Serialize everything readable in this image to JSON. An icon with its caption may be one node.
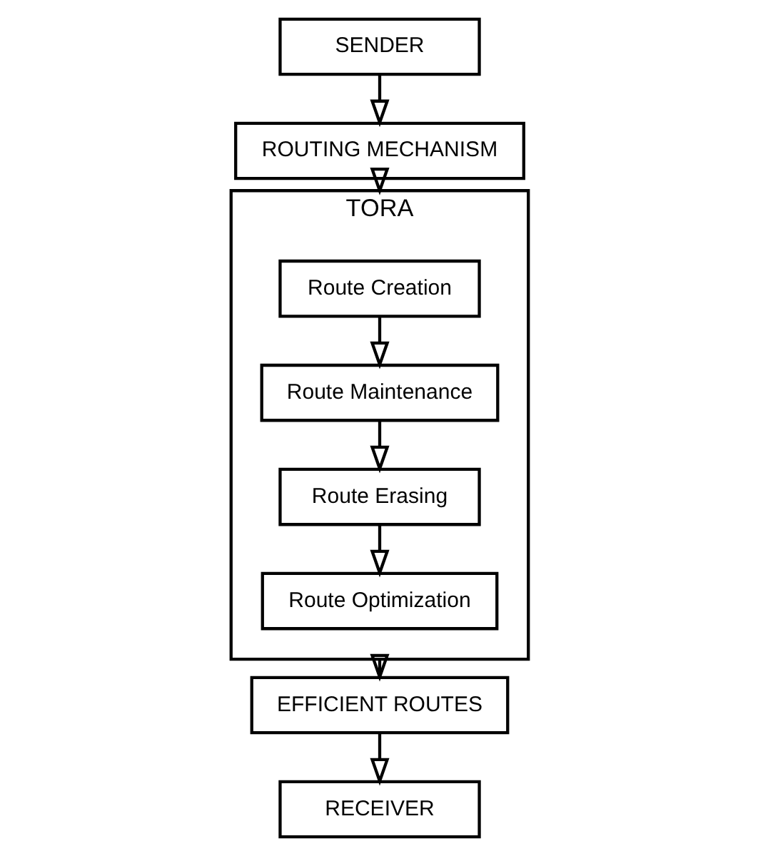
{
  "diagram": {
    "nodes": [
      {
        "text": [
          "TORA"
        ]
      },
      {
        "text": [
          "Route Creation"
        ],
        "in": 0
      },
      {
        "text": [
          "Route Maintenance"
        ],
        "in": 0
      },
      {
        "text": [
          "Route Erasing"
        ],
        "in": 0
      },
      {
        "text": [
          "Route Optimization"
        ],
        "in": 0
      },
      {
        "text": [
          "SENDER"
        ]
      },
      {
        "text": [
          "ROUTING MECHANISM"
        ]
      },
      {
        "text": [
          "EFFICIENT ROUTES"
        ]
      },
      {
        "text": [
          "RECEIVER"
        ]
      }
    ],
    "edges": [
      {
        "from": 1,
        "to": 2,
        "arrow": "to"
      },
      {
        "from": 2,
        "to": 3,
        "arrow": "to"
      },
      {
        "from": 3,
        "to": 4,
        "arrow": "to"
      },
      {
        "from": 5,
        "to": 6,
        "arrow": "to"
      },
      {
        "from": 6,
        "to": 0,
        "arrow": "to"
      },
      {
        "from": 0,
        "to": 7,
        "arrow": "to"
      },
      {
        "from": 7,
        "to": 8,
        "arrow": "to"
      }
    ]
  }
}
